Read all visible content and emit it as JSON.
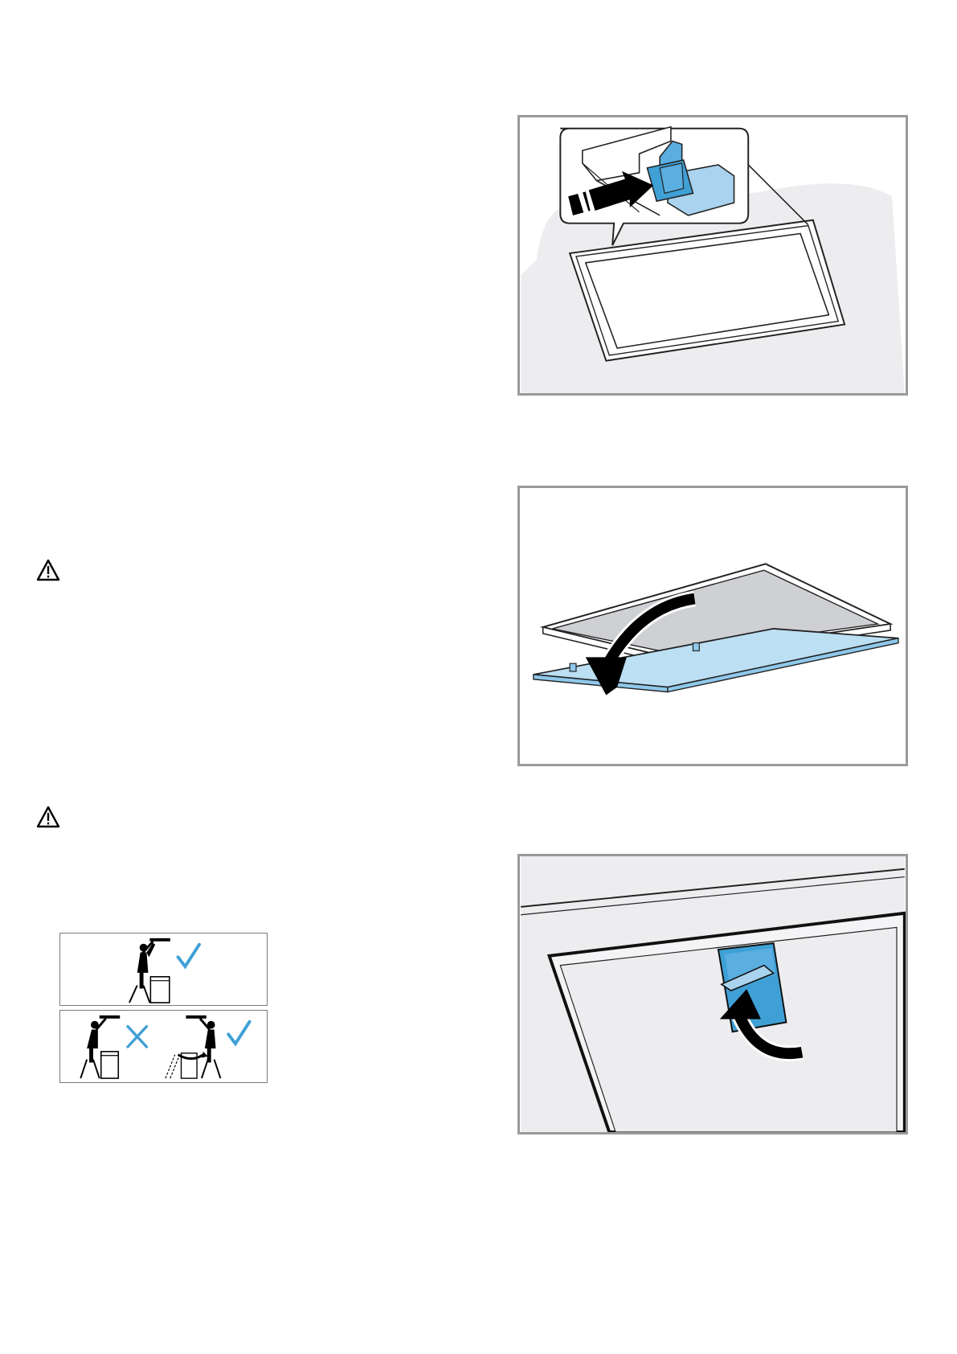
{
  "page": {
    "illustrations": [
      {
        "id": "attach-filter-clip",
        "icon": "filter-clip-insert-illustration"
      },
      {
        "id": "open-filter-panel",
        "icon": "filter-panel-fold-down-illustration"
      },
      {
        "id": "release-latch",
        "icon": "filter-latch-release-illustration"
      }
    ],
    "warnings": [
      {
        "icon": "warning-triangle-icon"
      },
      {
        "icon": "warning-triangle-icon"
      }
    ],
    "ladder_pictogram": {
      "icon": "ladder-safety-pictogram",
      "symbols": {
        "ok": "✓",
        "not_ok": "✕"
      }
    },
    "colors": {
      "accent": "#3fa0d6",
      "frame": "#9a9a9a",
      "panel_gray": "#ededf0"
    }
  }
}
